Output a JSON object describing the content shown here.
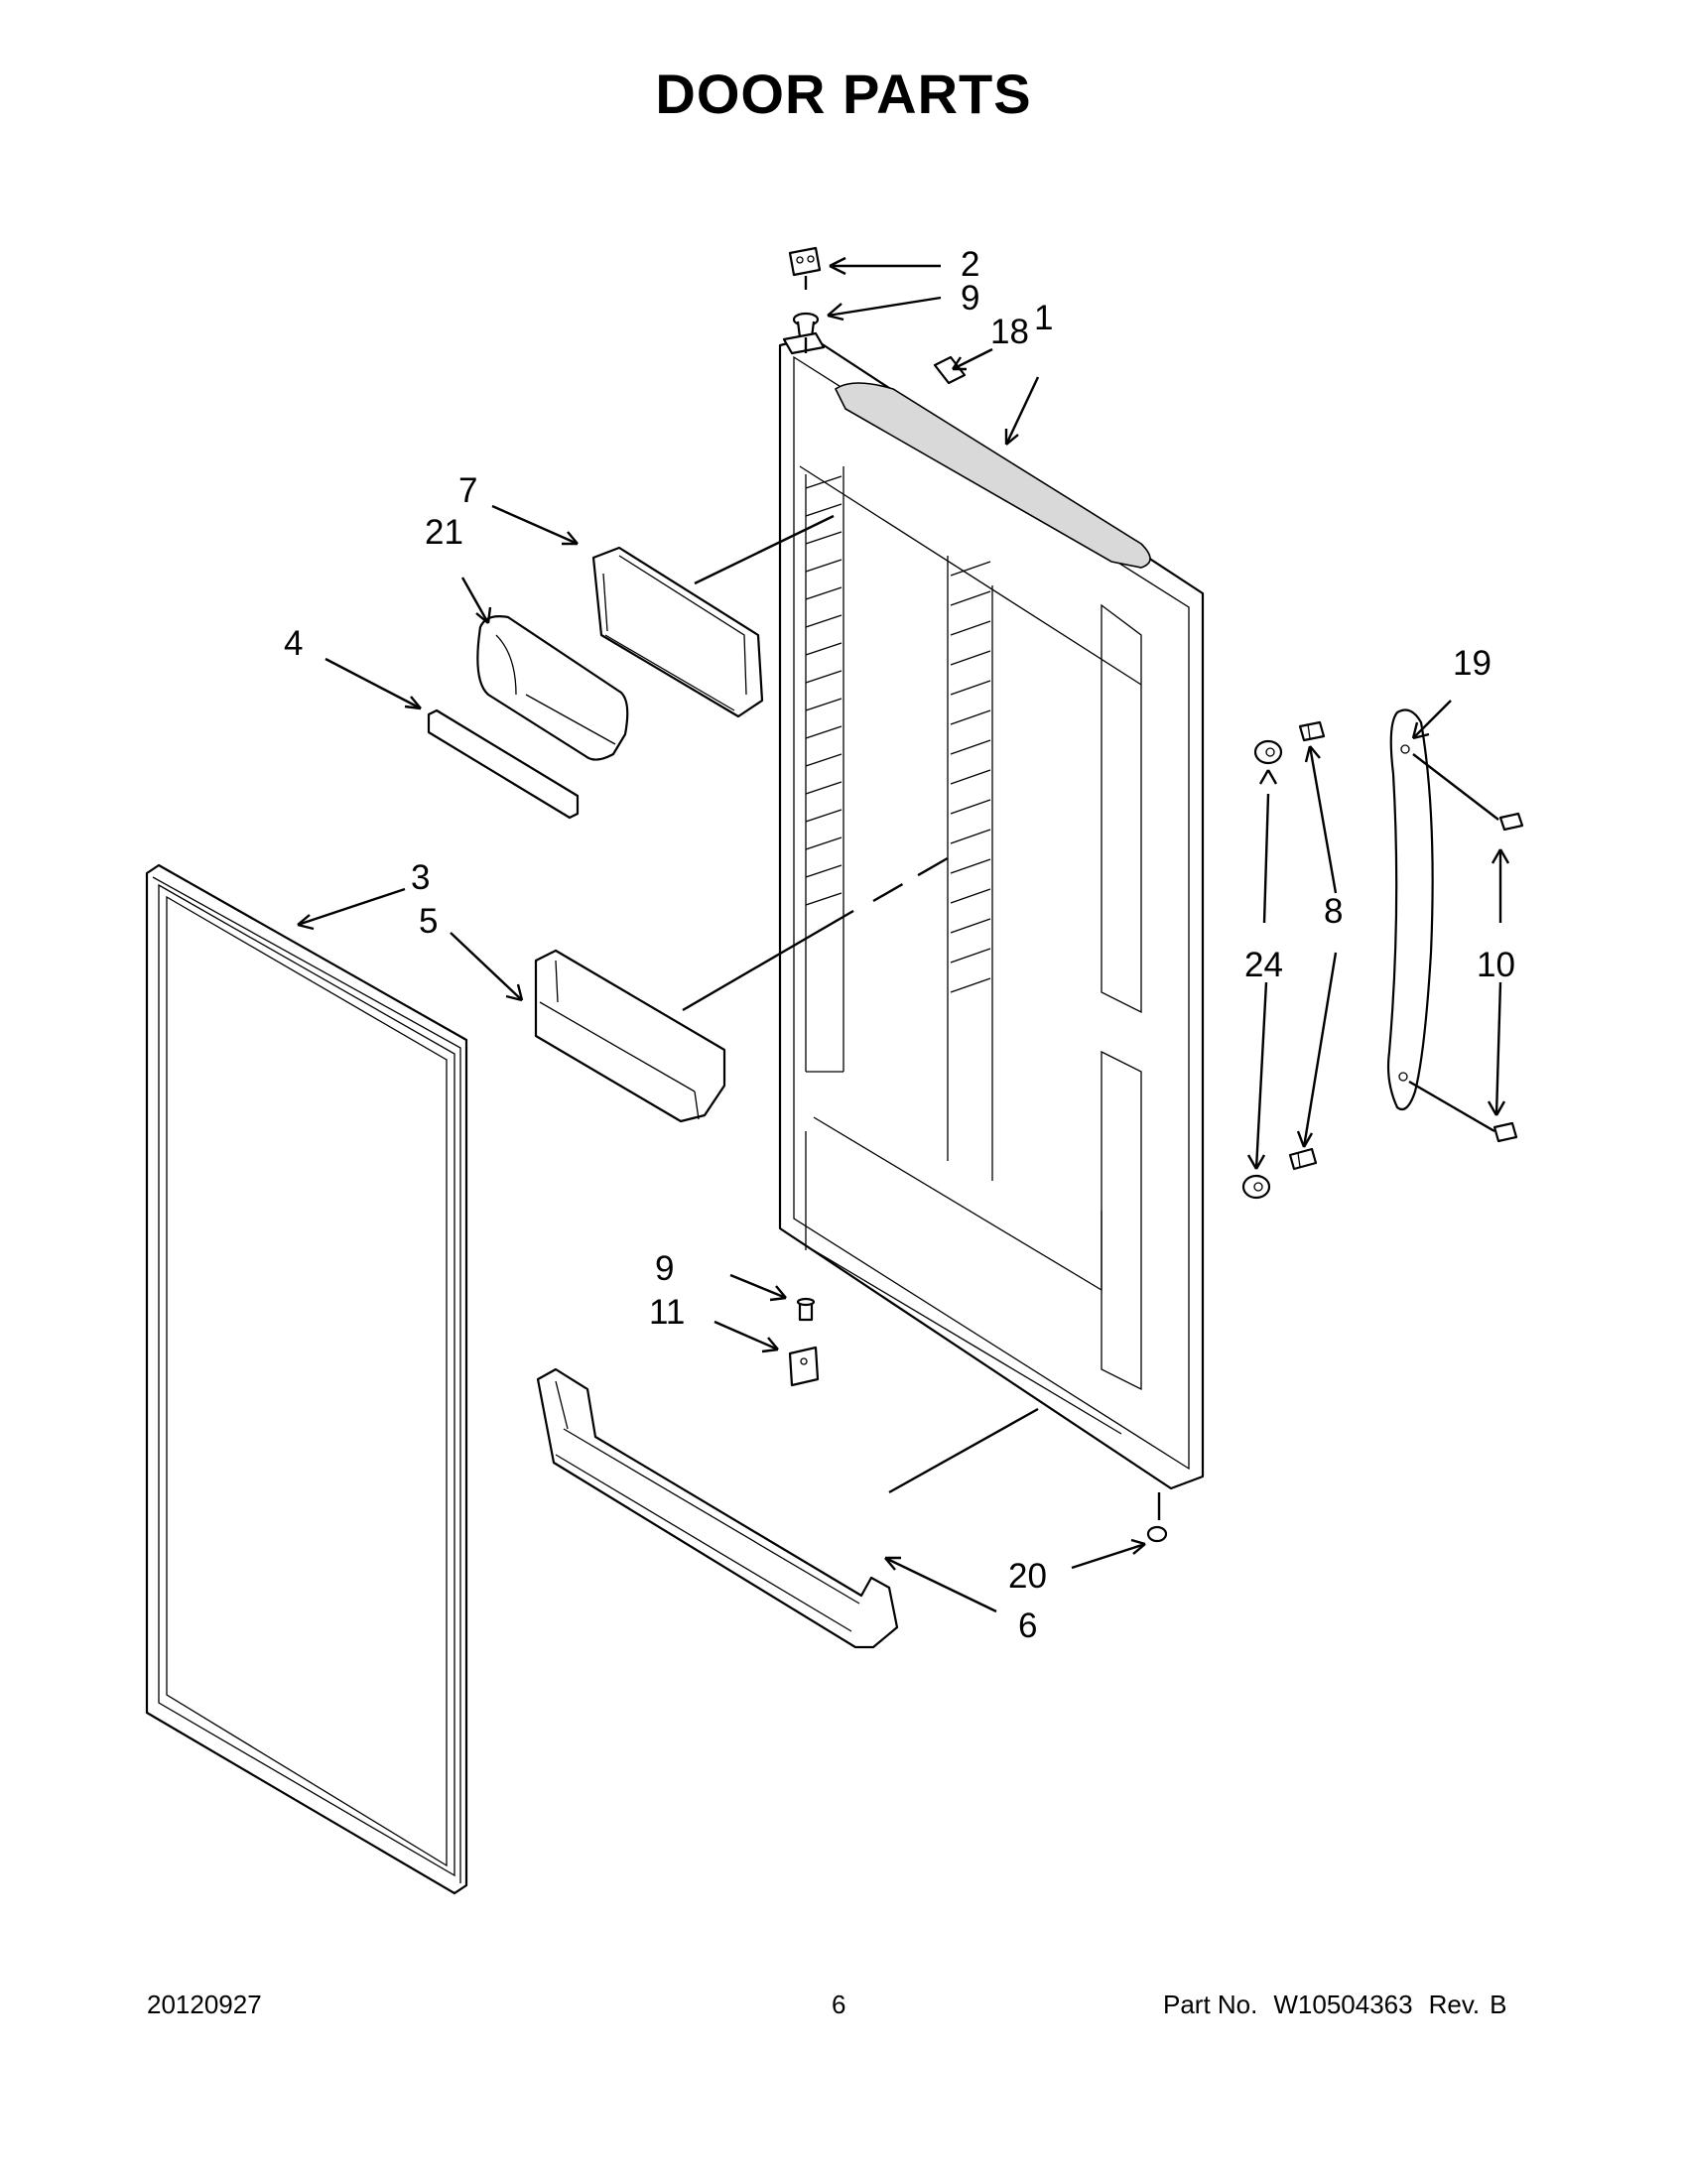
{
  "title": "DOOR PARTS",
  "callouts": [
    {
      "id": "c2",
      "text": "2"
    },
    {
      "id": "c9a",
      "text": "9"
    },
    {
      "id": "c18",
      "text": "18"
    },
    {
      "id": "c1",
      "text": "1"
    },
    {
      "id": "c7",
      "text": "7"
    },
    {
      "id": "c21",
      "text": "21"
    },
    {
      "id": "c4",
      "text": "4"
    },
    {
      "id": "c19",
      "text": "19"
    },
    {
      "id": "c3",
      "text": "3"
    },
    {
      "id": "c5",
      "text": "5"
    },
    {
      "id": "c8",
      "text": "8"
    },
    {
      "id": "c24",
      "text": "24"
    },
    {
      "id": "c10",
      "text": "10"
    },
    {
      "id": "c9b",
      "text": "9"
    },
    {
      "id": "c11",
      "text": "11"
    },
    {
      "id": "c20",
      "text": "20"
    },
    {
      "id": "c6",
      "text": "6"
    }
  ],
  "footer": {
    "date": "20120927",
    "page": "6",
    "part_label": "Part No.",
    "part_number": "W10504363",
    "rev_label": "Rev.",
    "rev": "B"
  }
}
